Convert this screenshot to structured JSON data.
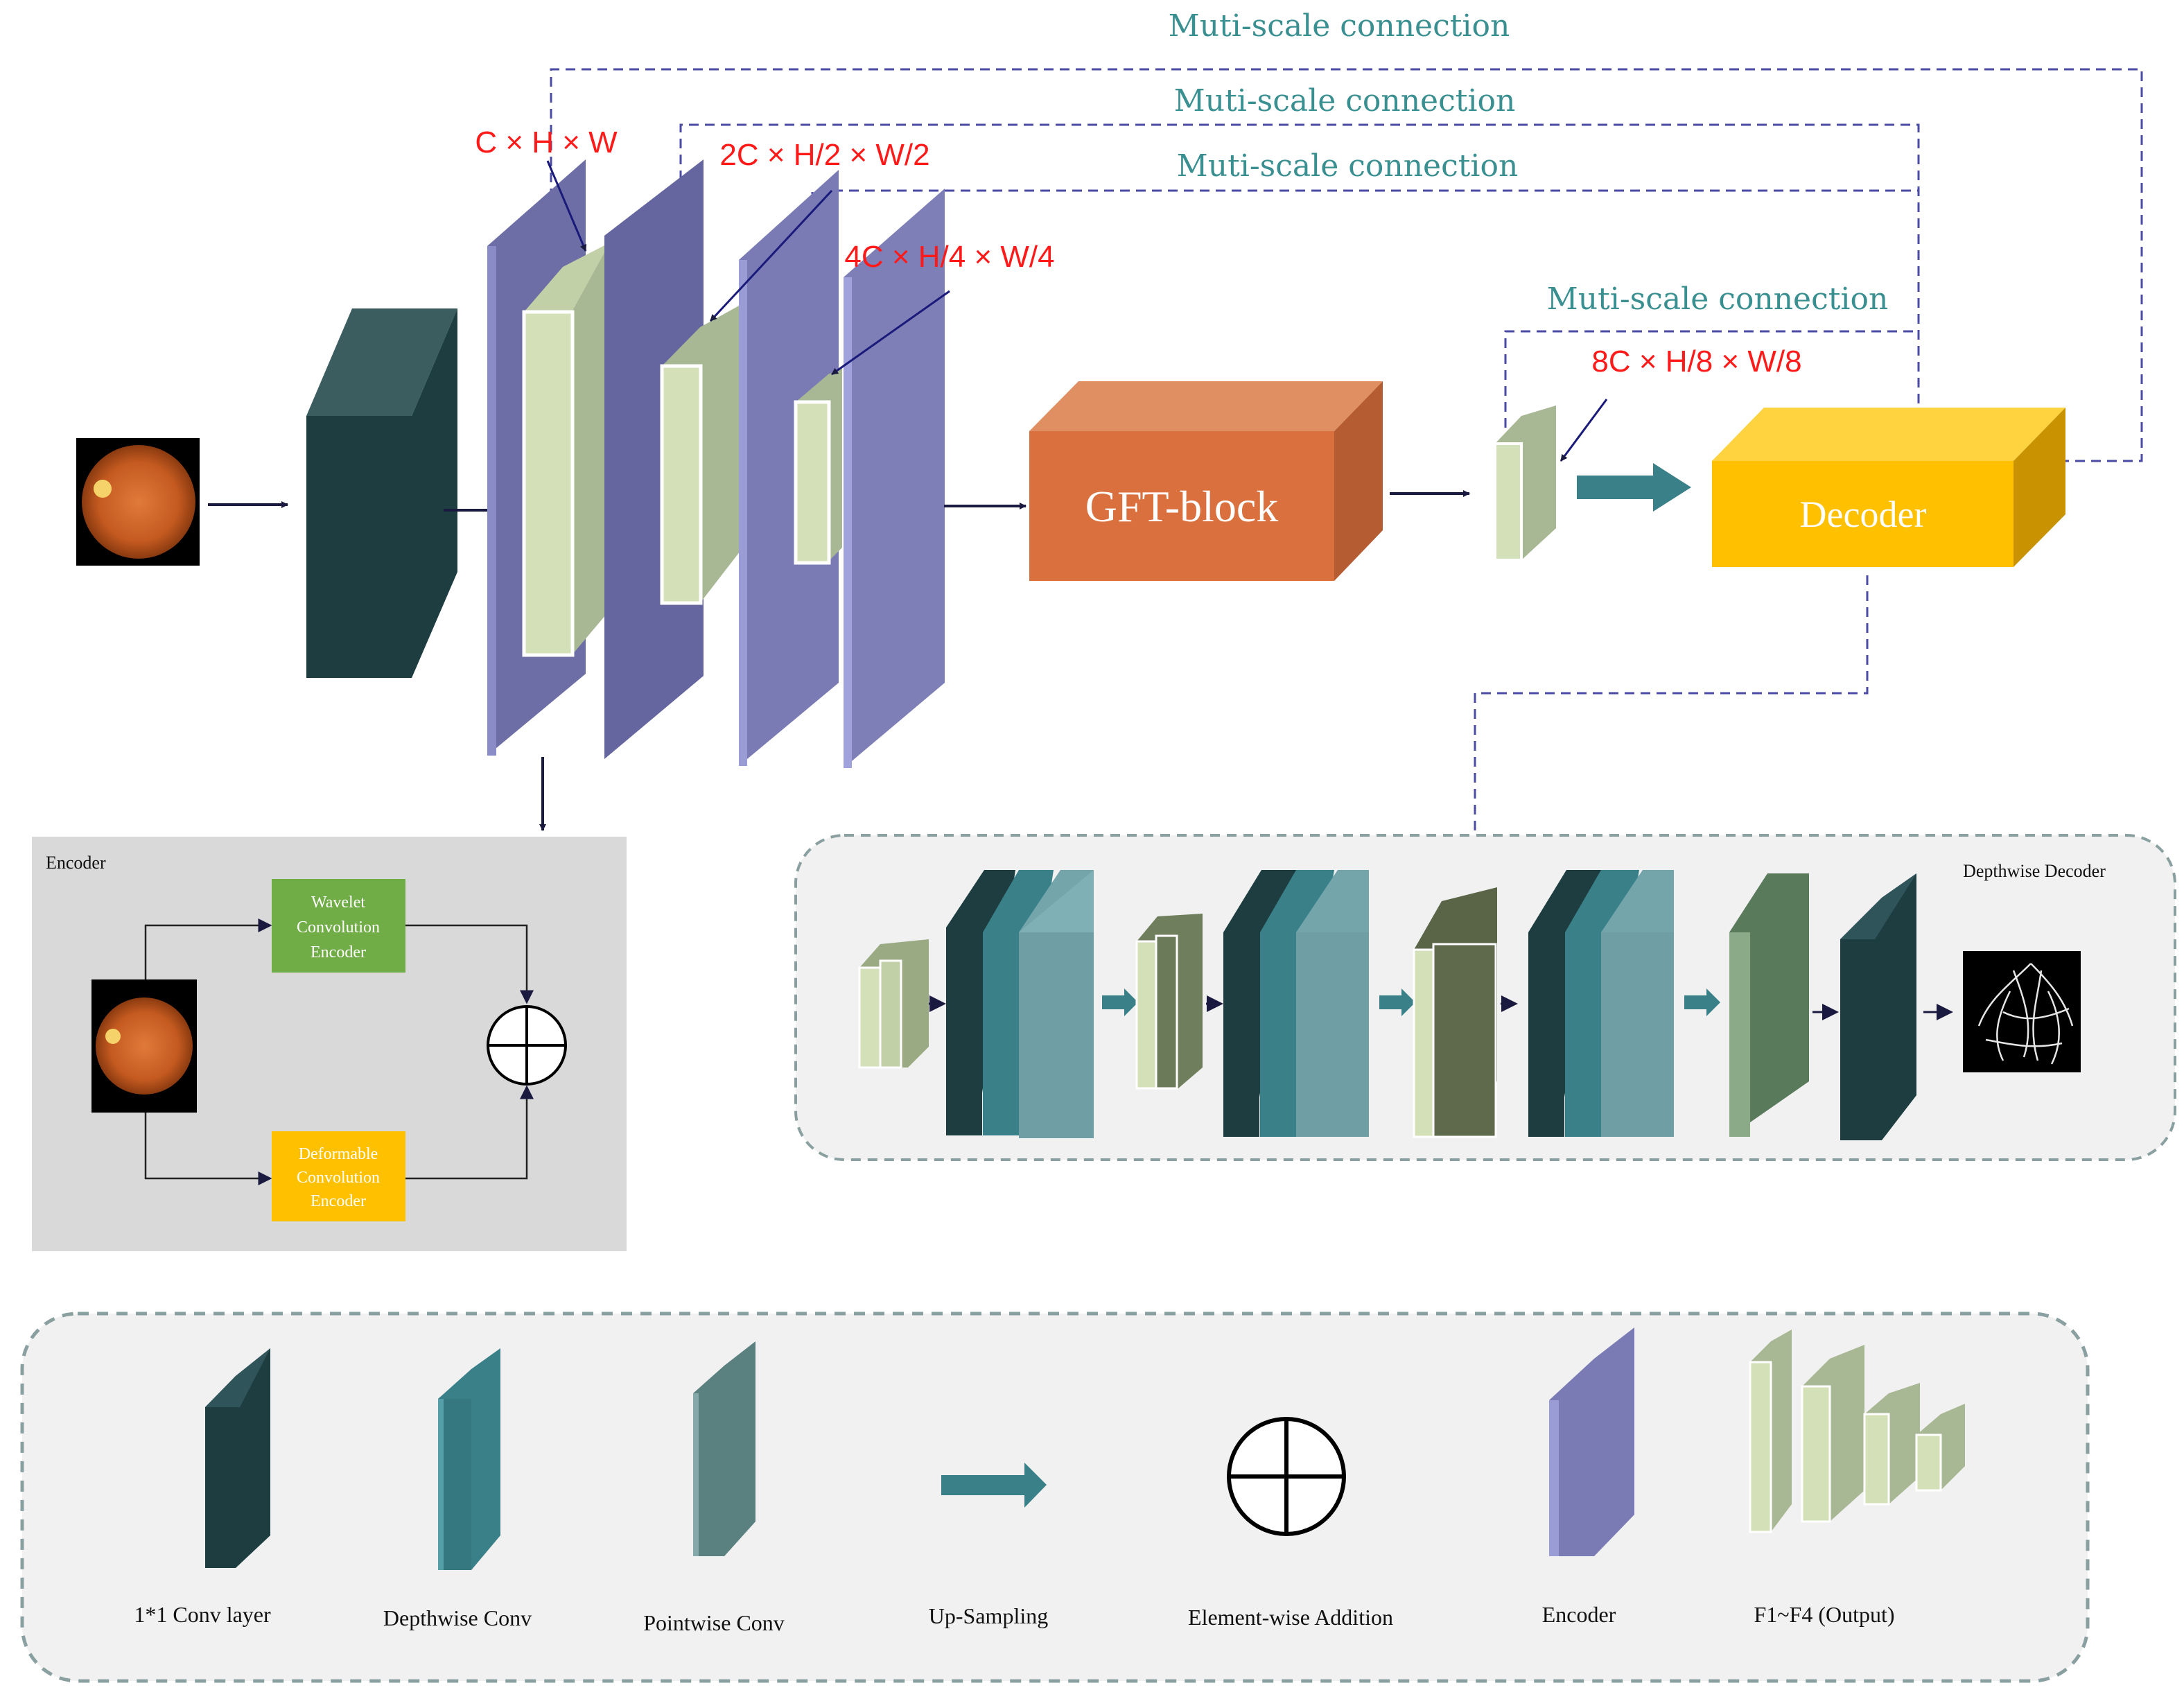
{
  "connections": {
    "c1": "Muti-scale connection",
    "c2": "Muti-scale connection",
    "c3": "Muti-scale connection",
    "c4": "Muti-scale connection"
  },
  "dims": {
    "d1": "C × H × W",
    "d2": "2C × H/2 × W/2",
    "d3": "4C × H/4 × W/4",
    "d4": "8C × H/8 × W/8"
  },
  "blocks": {
    "gft": "GFT-block",
    "decoder": "Decoder"
  },
  "encoder_detail": {
    "title": "Encoder",
    "wavelet": [
      "Wavelet",
      "Convolution",
      "Encoder"
    ],
    "deformable": [
      "Deformable",
      "Convolution",
      "Encoder"
    ]
  },
  "depthwise_decoder": {
    "title": "Depthwise Decoder"
  },
  "legend": {
    "conv1x1": "1*1 Conv layer",
    "depthwise": "Depthwise Conv",
    "pointwise": "Pointwise Conv",
    "upsampling": "Up-Sampling",
    "addition": "Element-wise Addition",
    "encoder": "Encoder",
    "output": "F1~F4 (Output)"
  },
  "colors": {
    "dark_teal": "#1e3d40",
    "teal": "#3a8089",
    "light_teal": "#73a5ab",
    "encoder_purple": "#7a7bb5",
    "feature_green": "#d3e0b8",
    "gft_orange": "#d9703e",
    "decoder_yellow": "#ffc000",
    "connection_text": "#3a8f91",
    "dim_text": "#ff1a1a",
    "dash_line": "#4b4ba6"
  }
}
